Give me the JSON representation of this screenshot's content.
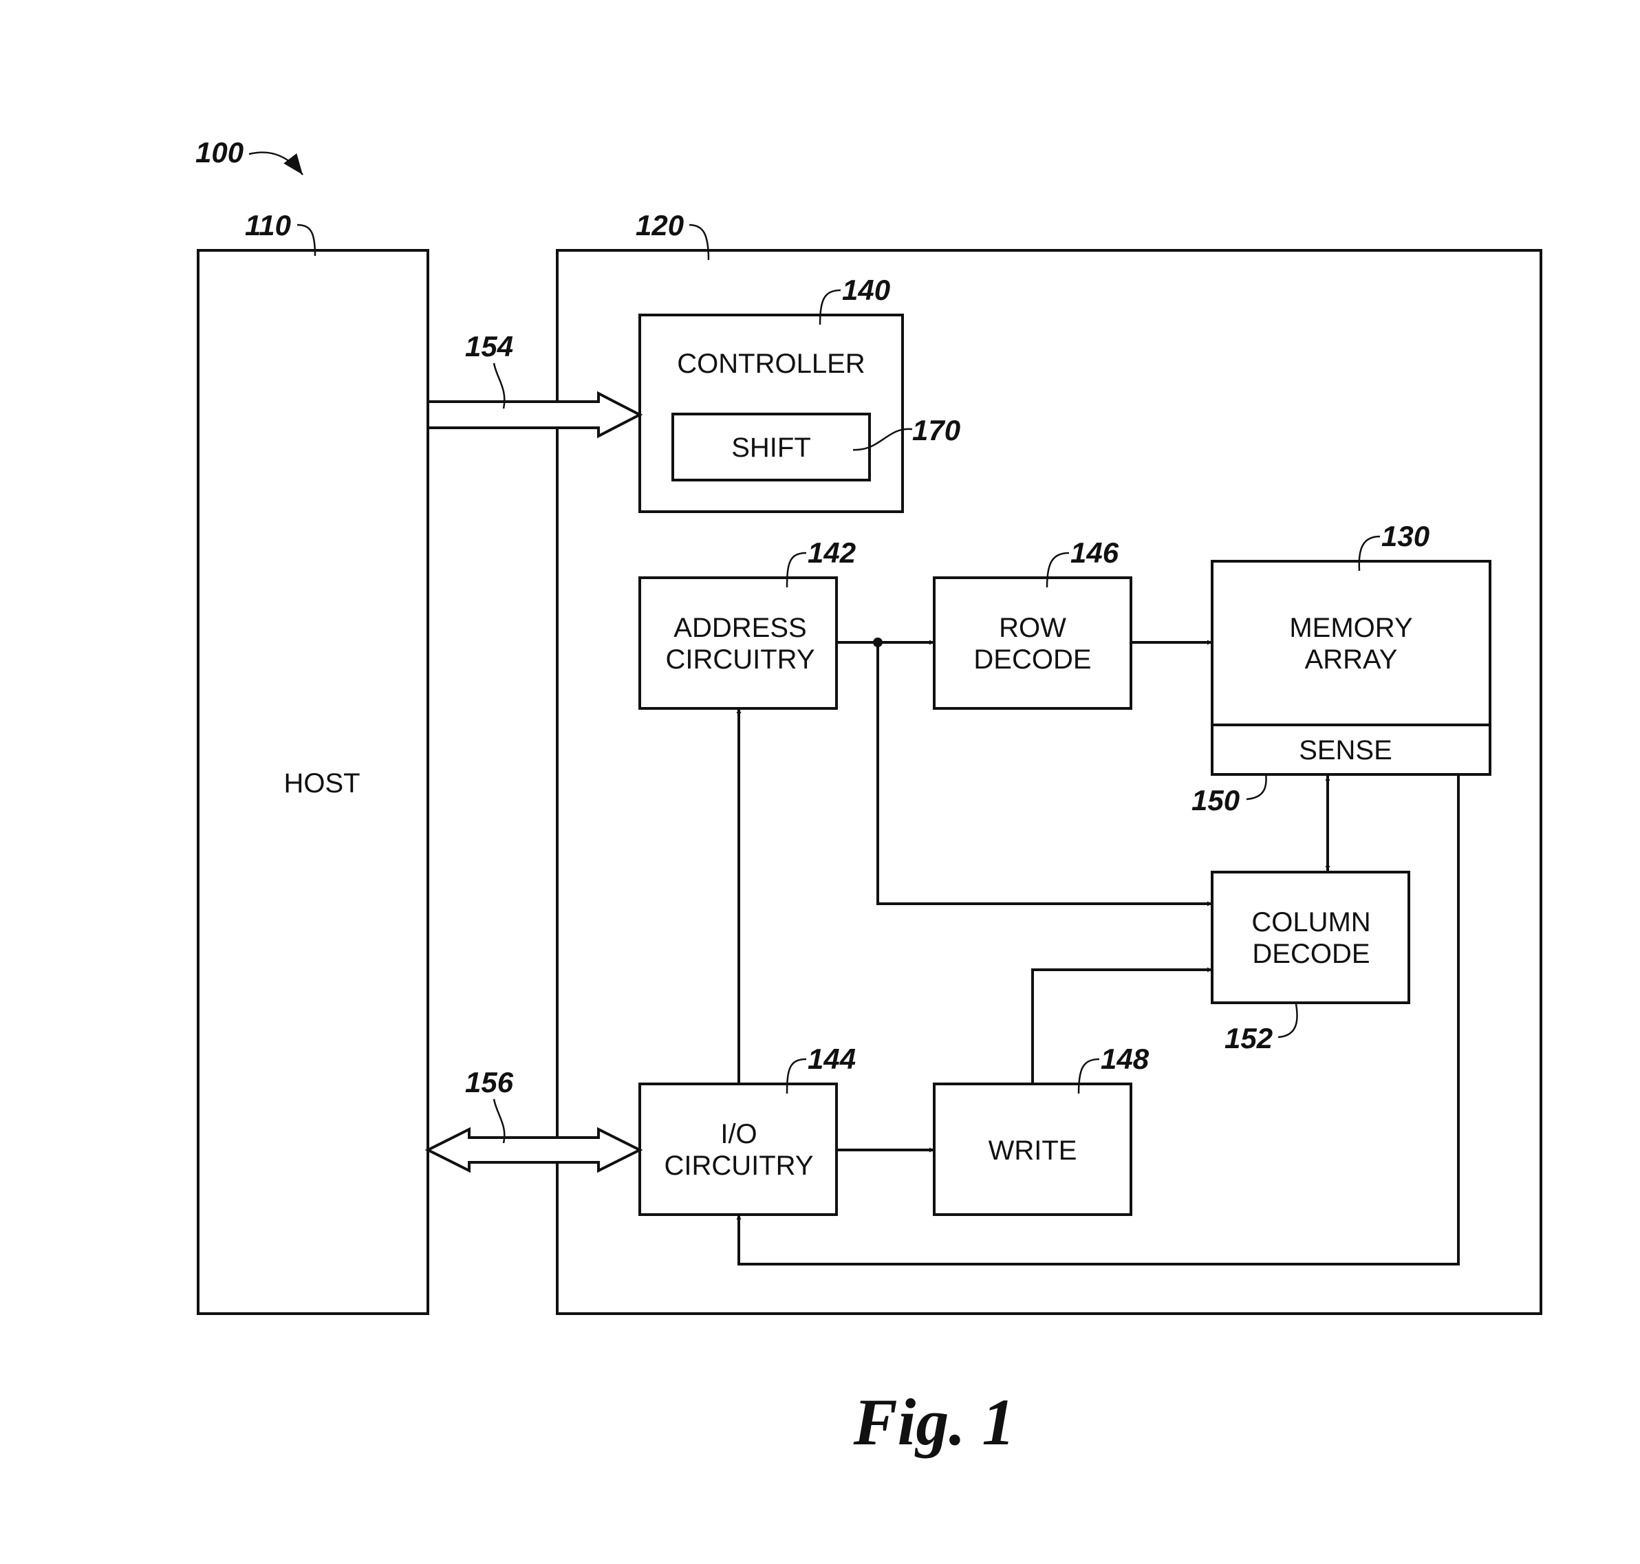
{
  "figure_label": "Fig. 1",
  "refs": {
    "system": "100",
    "host": "110",
    "memory_device": "120",
    "memory_array": "130",
    "controller": "140",
    "address_circuitry": "142",
    "io_circuitry": "144",
    "row_decode": "146",
    "write": "148",
    "sense": "150",
    "column_decode": "152",
    "control_bus": "154",
    "data_bus": "156",
    "shift": "170"
  },
  "blocks": {
    "host": "HOST",
    "controller": "CONTROLLER",
    "shift": "SHIFT",
    "address_line1": "ADDRESS",
    "address_line2": "CIRCUITRY",
    "row_line1": "ROW",
    "row_line2": "DECODE",
    "memory_line1": "MEMORY",
    "memory_line2": "ARRAY",
    "sense": "SENSE",
    "column_line1": "COLUMN",
    "column_line2": "DECODE",
    "io_line1": "I/O",
    "io_line2": "CIRCUITRY",
    "write": "WRITE"
  }
}
